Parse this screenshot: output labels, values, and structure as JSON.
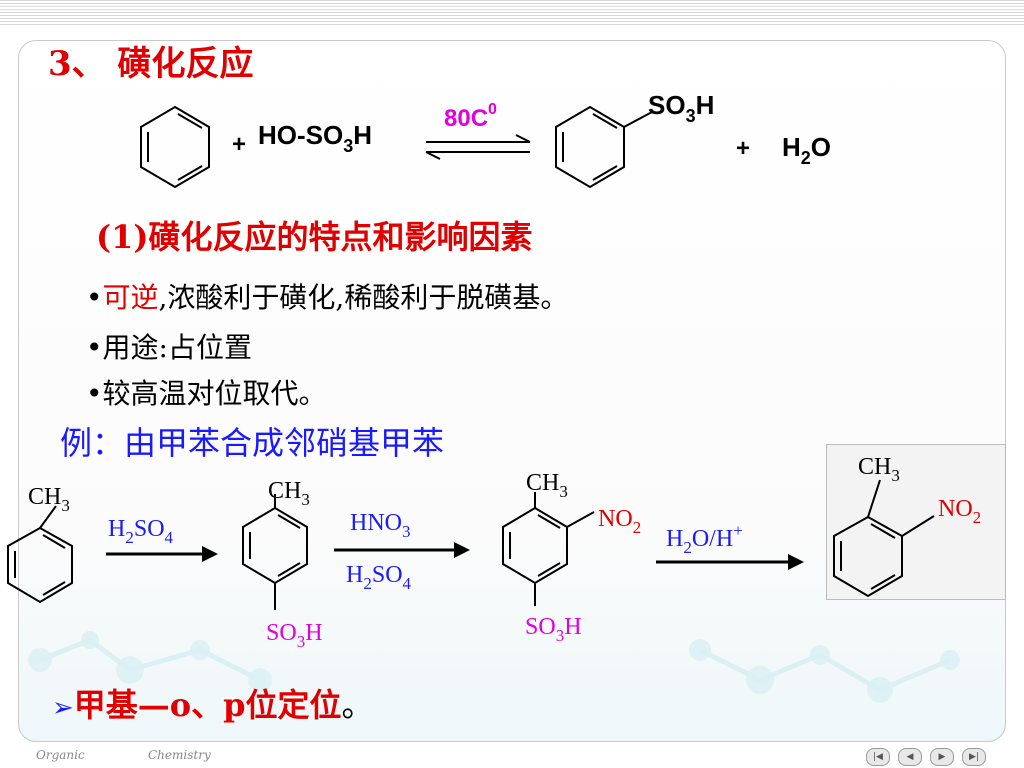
{
  "slide": {
    "title": "3、 磺化反应",
    "subtitle": "(1)磺化反应的特点和影响因素",
    "bullets": [
      {
        "dot": "•",
        "highlight": "可逆",
        "rest": ",浓酸利于磺化,稀酸利于脱磺基。"
      },
      {
        "dot": "•",
        "highlight": "",
        "rest": "用途:占位置"
      },
      {
        "dot": "•",
        "highlight": "",
        "rest": "较高温对位取代。"
      }
    ],
    "example": "例：由甲苯合成邻硝基甲苯",
    "conclusion": {
      "arrow": "➢",
      "main": "甲基—o、p位定位",
      "end": "。"
    }
  },
  "reaction1": {
    "plus1": "+",
    "reagent_prefix": "HO-SO",
    "reagent_sub": "3",
    "reagent_suffix": "H",
    "condition_main": "80C",
    "condition_sup": "0",
    "product_sub_prefix": "SO",
    "product_sub_num": "3",
    "product_sub_suffix": "H",
    "plus2": "+",
    "water_prefix": "H",
    "water_sub": "2",
    "water_suffix": "O"
  },
  "reaction2": {
    "ch3_prefix": "CH",
    "ch3_sub": "3",
    "step1_prefix": "H",
    "step1_sub1": "2",
    "step1_mid": "SO",
    "step1_sub2": "4",
    "step2_top_prefix": "HNO",
    "step2_top_sub": "3",
    "step2_bottom_prefix": "H",
    "step2_bottom_sub1": "2",
    "step2_bottom_mid": "SO",
    "step2_bottom_sub2": "4",
    "so3h_prefix": "SO",
    "so3h_sub": "3",
    "so3h_suffix": "H",
    "no2_prefix": "NO",
    "no2_sub": "2",
    "step3_prefix": "H",
    "step3_sub": "2",
    "step3_mid": "O/H",
    "step3_sup": "+"
  },
  "footer": {
    "left": "Organic",
    "right": "Chemistry"
  },
  "nav": [
    "|◀",
    "◀",
    "▶",
    "▶|"
  ],
  "colors": {
    "red": "#e00000",
    "blue": "#1a1aff",
    "magenta": "#e000e0",
    "black": "#000000"
  }
}
